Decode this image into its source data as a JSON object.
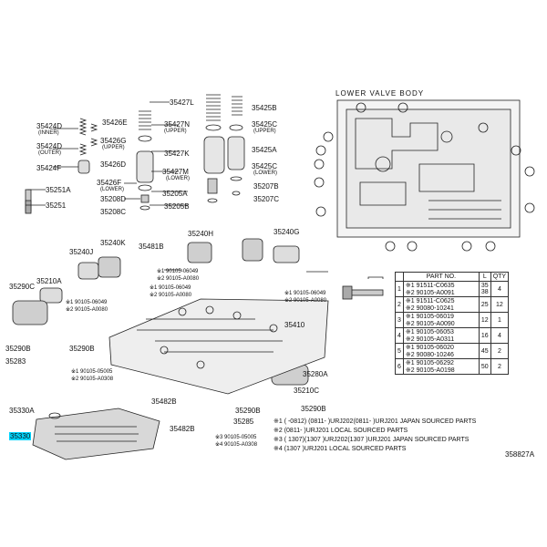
{
  "header": {
    "title": "LOWER VALVE BODY"
  },
  "labels": {
    "p35424D_inner": "35424D",
    "inner": "(INNER)",
    "p35424D_outer": "35424D",
    "outer": "(OUTER)",
    "p35424F": "35424F",
    "p35251A": "35251A",
    "p35251": "35251",
    "p35426E": "35426E",
    "p35426G": "35426G",
    "upper1": "(UPPER)",
    "p35426D": "35426D",
    "p35426F": "35426F",
    "lower1": "(LOWER)",
    "p35208D": "35208D",
    "p35208C": "35208C",
    "p35427L": "35427L",
    "p35427N": "35427N",
    "upper2": "(UPPER)",
    "p35427K": "35427K",
    "p35427M": "35427M",
    "lower2": "(LOWER)",
    "p35205A": "35205A",
    "p35205B": "35205B",
    "p35425B": "35425B",
    "p35425C_u": "35425C",
    "upper3": "(UPPER)",
    "p35425A": "35425A",
    "p35425C_l": "35425C",
    "lower3": "(LOWER)",
    "p35207B": "35207B",
    "p35207C": "35207C",
    "p35240H": "35240H",
    "p35240G": "35240G",
    "p35240K": "35240K",
    "p35240J": "35240J",
    "p35481B": "35481B",
    "c1": "※1 90105-06049",
    "c2": "※2 90105-A0080",
    "c3": "※1 90105-06049",
    "c4": "※2 90105-A0080",
    "c5": "※1 90105-06049",
    "c6": "※2 90105-A0080",
    "c7": "※1 90105-06049",
    "c8": "※2 90105-A0080",
    "p35210A": "35210A",
    "p35290C": "35290C",
    "p35410": "35410",
    "p35290B_l": "35290B",
    "p35290B_r": "35290B",
    "p35283": "35283",
    "c9": "※1 90105-05005",
    "c10": "※2 90105-A0308",
    "p35280A": "35280A",
    "p35210C": "35210C",
    "p35482B_a": "35482B",
    "p35330A": "35330A",
    "p35330": "35330",
    "p35290B_b": "35290B",
    "p35285": "35285",
    "p35290B_c": "35290B",
    "p35482B_b": "35482B",
    "c11": "※3 90105-05005",
    "c12": "※4 90105-A0308",
    "fig": "358827A"
  },
  "table": {
    "headers": [
      "PART NO.",
      "L",
      "QTY"
    ],
    "rows": [
      {
        "idx": "1",
        "parts": [
          "※1 91511-C0635",
          "※2 90105-A0091"
        ],
        "l": [
          "35",
          "38"
        ],
        "qty": "4"
      },
      {
        "idx": "2",
        "parts": [
          "※1 91511-C0625",
          "※2 90080-10241"
        ],
        "l": [
          "25",
          ""
        ],
        "qty": "12"
      },
      {
        "idx": "3",
        "parts": [
          "※1 90105-06019",
          "※2 90105-A0090"
        ],
        "l": [
          "12",
          ""
        ],
        "qty": "1"
      },
      {
        "idx": "4",
        "parts": [
          "※1 90105-06053",
          "※2 90105-A0311"
        ],
        "l": [
          "16",
          ""
        ],
        "qty": "4"
      },
      {
        "idx": "5",
        "parts": [
          "※1 90105-06020",
          "※2 90080-10246"
        ],
        "l": [
          "45",
          ""
        ],
        "qty": "2"
      },
      {
        "idx": "6",
        "parts": [
          "※1 90105-06292",
          "※2 90105-A0198"
        ],
        "l": [
          "50",
          ""
        ],
        "qty": "2"
      }
    ]
  },
  "footnotes": [
    "※1 (   -0812)   (0811-    )URJ202(0811-   )URJ201 JAPAN SOURCED PARTS",
    "※2 (0811-    )URJ201 LOCAL SOURCED PARTS",
    "※3 (   1307)(1307   )URJ202(1307    )URJ201 JAPAN SOURCED PARTS",
    "※4 (1307    )URJ201 LOCAL SOURCED PARTS"
  ]
}
